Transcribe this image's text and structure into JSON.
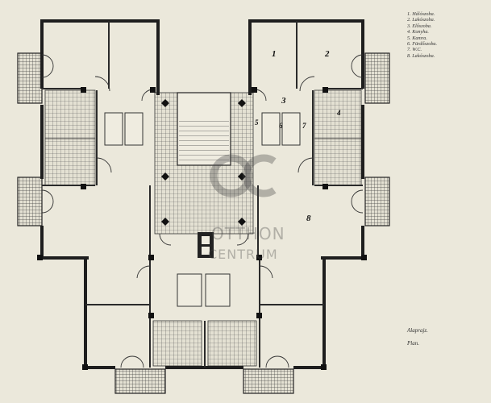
{
  "legend": {
    "items": [
      "1. Hálószoba.",
      "2. Lakószoba.",
      "3. Előszoba.",
      "4. Konyha.",
      "5. Kamra.",
      "6. Fürdőszoba.",
      "7. W.C.",
      "8. Lakószoba."
    ]
  },
  "captions": {
    "alaprajz": "Alaprajz.",
    "plan": "Plan."
  },
  "room_numbers": [
    "1",
    "2",
    "3",
    "4",
    "5",
    "6",
    "7",
    "8"
  ],
  "watermark": {
    "monogram": "OC",
    "line1": "OTTHON",
    "line2": "CENTRUM"
  },
  "colors": {
    "paper": "#ebe8db",
    "wall": "#1e1e1e",
    "line": "#333333",
    "grid": "#555555"
  }
}
